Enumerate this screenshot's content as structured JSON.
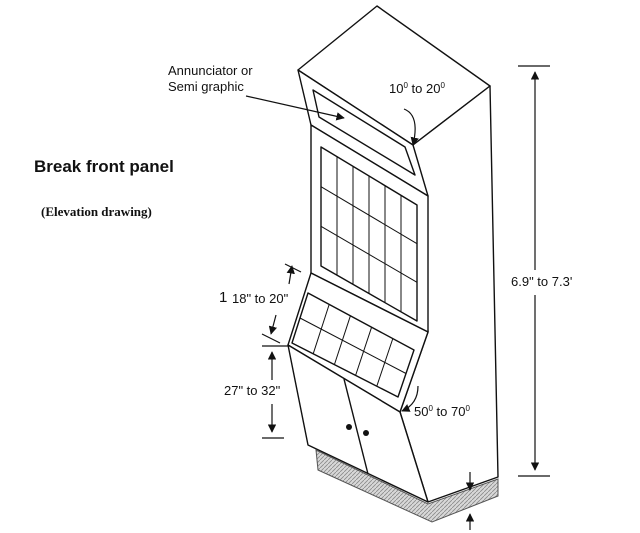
{
  "title": "Break front panel",
  "subtitle": "(Elevation drawing)",
  "callouts": {
    "annunciator_line1": "Annunciator or",
    "annunciator_line2": "Semi graphic",
    "top_angle_from": "10",
    "top_angle_to_word": " to 20",
    "top_angle_deg": "0",
    "bottom_angle_from": "50",
    "bottom_angle_to_word": " to 70",
    "bottom_angle_deg": "0",
    "total_height": "6.9\"  to 7.3'",
    "desk_depth_prefix": "1",
    "desk_depth": "18\" to 20\"",
    "base_height": "27\" to 32\""
  },
  "colors": {
    "line": "#111111",
    "base_hatch": "#9a9a9a"
  }
}
